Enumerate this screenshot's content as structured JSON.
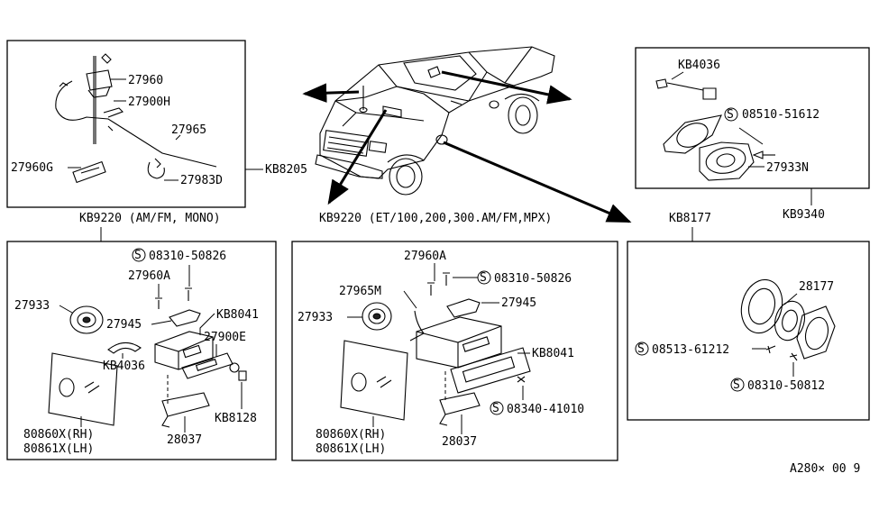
{
  "diagram_code": "A280× 00 9",
  "top_left_box": {
    "callout": "KB8205",
    "parts": [
      "27960",
      "27900H",
      "27965",
      "27960G",
      "27983D"
    ]
  },
  "top_right_box": {
    "callout": "KB9340",
    "parts": [
      "KB4036",
      "08510-51612",
      "27933N"
    ]
  },
  "left_box": {
    "title": "KB9220 (AM/FM, MONO)",
    "parts": [
      "08310-50826",
      "27960A",
      "27933",
      "27945",
      "KB8041",
      "27900E",
      "KB4036",
      "KB8128",
      "80860X(RH)",
      "80861X(LH)",
      "28037"
    ]
  },
  "middle_box": {
    "title": "KB9220 (ET/100,200,300.AM/FM,MPX)",
    "parts": [
      "27960A",
      "08310-50826",
      "27965M",
      "27945",
      "27933",
      "KB8041",
      "08340-41010",
      "80860X(RH)",
      "80861X(LH)",
      "28037"
    ]
  },
  "right_box": {
    "title": "KB8177",
    "parts": [
      "28177",
      "08513-61212",
      "08310-50812"
    ]
  },
  "symbols": {
    "screw_marker": "S"
  }
}
